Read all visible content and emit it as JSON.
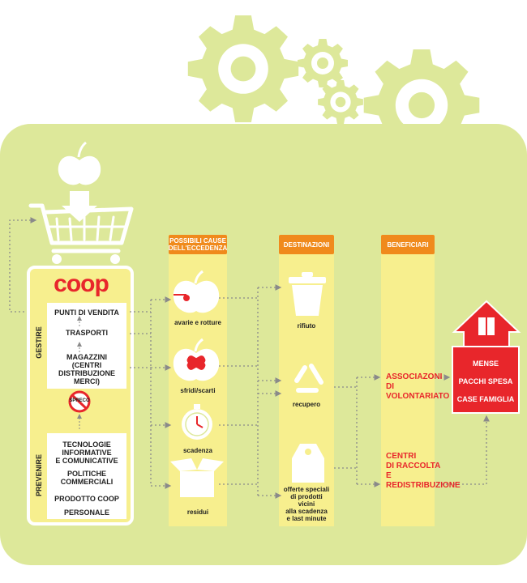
{
  "brand": {
    "name": "coop"
  },
  "colors": {
    "panel": "#dde89a",
    "column": "#f7ef8e",
    "header": "#f08a1c",
    "accent": "#e8262b",
    "icon": "#ffffff",
    "gear": "#dde89a",
    "dots": "#8a8a8a"
  },
  "left_box": {
    "section_gestire": "GESTIRE",
    "section_prevenire": "PREVENIRE",
    "gestire_items": [
      "PUNTI DI VENDITA",
      "TRASPORTI",
      "MAGAZZINI\n(CENTRI\nDISTRIBUZIONE\nMERCI)"
    ],
    "spreco_label": "SPRECO",
    "prevenire_items": [
      "TECNOLOGIE\nINFORMATIVE\nE COMUNICATIVE",
      "POLITICHE\nCOMMERCIALI",
      "PRODOTTO COOP",
      "PERSONALE"
    ]
  },
  "columns": [
    {
      "header": "POSSIBILI CAUSE\nDELL'ECCEDENZA",
      "items": [
        {
          "label": "avarie e rotture",
          "icon": "apple-broken-icon"
        },
        {
          "label": "sfridi/scarti",
          "icon": "apple-bandage-icon"
        },
        {
          "label": "scadenza",
          "icon": "stopwatch-icon"
        },
        {
          "label": "residui",
          "icon": "open-box-icon"
        }
      ]
    },
    {
      "header": "DESTINAZIONI",
      "items": [
        {
          "label": "rifiuto",
          "icon": "trash-bin-icon"
        },
        {
          "label": "recupero",
          "icon": "recycle-icon"
        },
        {
          "label": "offerte speciali\ndi prodotti\nvicini\nalla scadenza\ne last minute",
          "icon": "price-tag-percent-icon"
        }
      ]
    },
    {
      "header": "BENEFICIARI",
      "items": [
        {
          "label": "ASSOCIAZONI\nDI\nVOLONTARIATO"
        },
        {
          "label": "CENTRI\nDI RACCOLTA\nE\nREDISTRIBUZIONE"
        }
      ]
    }
  ],
  "beneficiaries_box": {
    "icon": "house-icon",
    "items": [
      "MENSE",
      "PACCHI SPESA",
      "CASE FAMIGLIA"
    ]
  },
  "decor": {
    "gears": "gear-icon",
    "cart": "shopping-cart-icon",
    "apple": "apple-icon"
  }
}
